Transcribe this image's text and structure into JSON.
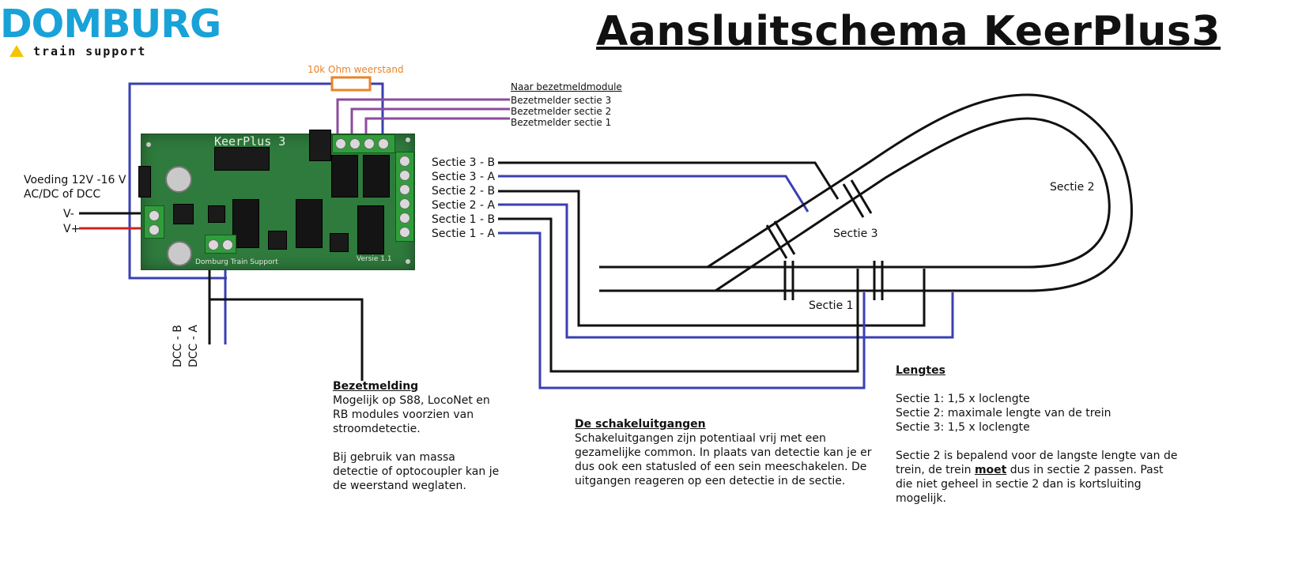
{
  "logo": {
    "name": "DOMBURG",
    "tagline": "train support"
  },
  "title": "Aansluitschema KeerPlus3",
  "colors": {
    "logo_blue": "#18a2d8",
    "wire_blue": "#3a3fb3",
    "wire_purple": "#8b4c9c",
    "wire_red": "#d42020",
    "resistor_orange": "#e8832a",
    "pcb_green": "#2f7a3d"
  },
  "resistor_label": "10k Ohm weerstand",
  "bezetmeld": {
    "heading": "Naar bezetmeldmodule",
    "lines": [
      "Bezetmelder sectie 3",
      "Bezetmelder sectie 2",
      "Bezetmelder sectie 1"
    ]
  },
  "power": {
    "label1": "Voeding 12V -16 V",
    "label2": "AC/DC of DCC",
    "vminus": "V-",
    "vplus": "V+"
  },
  "outputs": [
    "Sectie 3 - B",
    "Sectie 3 - A",
    "Sectie 2 - B",
    "Sectie 2 - A",
    "Sectie 1 - B",
    "Sectie 1 - A"
  ],
  "dcc": {
    "b": "DCC - B",
    "a": "DCC - A"
  },
  "sections": {
    "s1": "Sectie 1",
    "s2": "Sectie 2",
    "s3": "Sectie 3"
  },
  "board": {
    "name": "KeerPlus 3",
    "footer": "Domburg Train Support",
    "version": "Versie 1.1"
  },
  "notes": {
    "bezetmelding": {
      "heading": "Bezetmelding",
      "p1": [
        "Mogelijk op S88, LocoNet en",
        "RB modules voorzien van",
        "stroomdetectie."
      ],
      "p2": [
        "Bij gebruik van massa",
        "detectie of optocoupler kan je",
        "de weerstand weglaten."
      ]
    },
    "schakel": {
      "heading": "De schakeluitgangen",
      "lines": [
        "Schakeluitgangen zijn potentiaal vrij met een",
        "gezamelijke common. In plaats van detectie kan je er",
        "dus ook een statusled of een sein meeschakelen. De",
        "uitgangen reageren op een detectie in de sectie."
      ]
    },
    "lengtes": {
      "heading": "Lengtes",
      "items": [
        "Sectie 1: 1,5 x loclengte",
        "Sectie 2: maximale lengte van de trein",
        "Sectie 3: 1,5 x loclengte"
      ],
      "p_line1": "Sectie 2 is bepalend voor de langste lengte van de",
      "p_line2a": "trein, de trein ",
      "p_moet": "moet",
      "p_line2b": " dus in sectie 2 passen. Past",
      "p_line3": "die niet geheel in sectie 2 dan is kortsluiting",
      "p_line4": "mogelijk."
    }
  }
}
